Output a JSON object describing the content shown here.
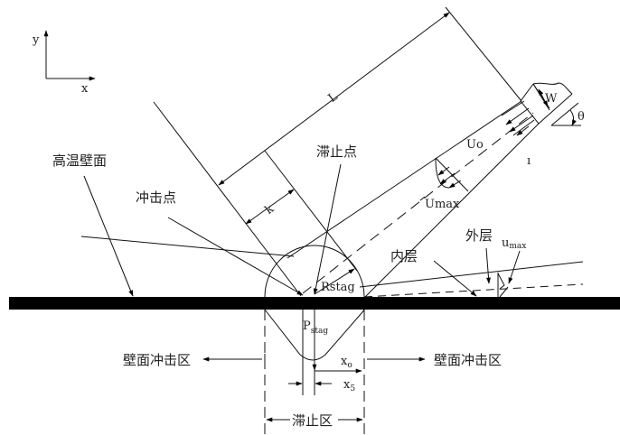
{
  "axes": {
    "x_label": "x",
    "y_label": "y"
  },
  "labels": {
    "hot_wall": "高温壁面",
    "impact_point": "冲击点",
    "stagnation_point": "滞止点",
    "inner_layer": "内层",
    "outer_layer": "外层",
    "u_max_main": "u",
    "u_max_sub": "max",
    "Umax": "Umax",
    "Uo": "Uo",
    "W": "W",
    "theta": "θ",
    "L": "L",
    "k": "k",
    "Rstag": "Rstag",
    "P_main": "P",
    "P_sub": "stag",
    "x0_main": "x",
    "x0_sub": "o",
    "x5_main": "x",
    "x5_sub": "5",
    "wall_impact_left": "壁面冲击区",
    "wall_impact_right": "壁面冲击区",
    "stagnation_zone": "滞止区",
    "tick_mark": "ı"
  }
}
